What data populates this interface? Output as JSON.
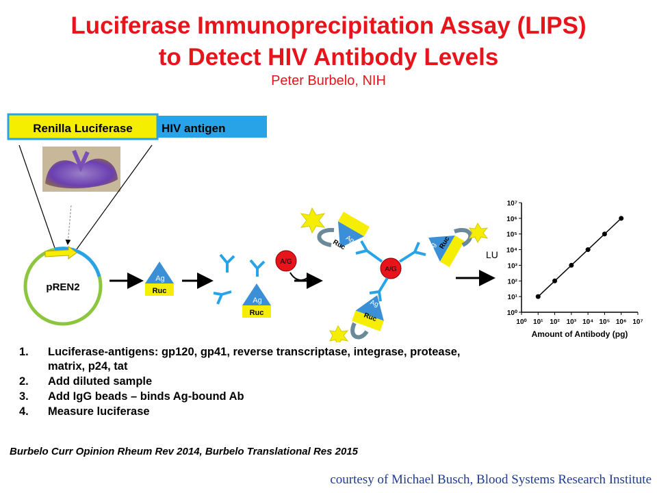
{
  "slide": {
    "title_line1": "Luciferase Immunoprecipitation Assay (LIPS)",
    "title_line2": "to Detect HIV Antibody Levels",
    "subtitle": "Peter Burbelo, NIH"
  },
  "construct": {
    "luciferase_label": "Renilla Luciferase",
    "antigen_label": "HIV antigen",
    "plasmid_label": "pREN2"
  },
  "molecules": {
    "ag": "Ag",
    "ruc": "Ruc",
    "protein_ag": "A/G"
  },
  "readout": {
    "label": "LU"
  },
  "steps": [
    {
      "num": "1.",
      "text": "Luciferase-antigens: gp120, gp41, reverse transcriptase, integrase, protease,",
      "text2": "matrix, p24, tat"
    },
    {
      "num": "2.",
      "text": "Add diluted sample"
    },
    {
      "num": "3.",
      "text": "Add IgG beads – binds Ag-bound Ab"
    },
    {
      "num": "4.",
      "text": "Measure luciferase"
    }
  ],
  "citation": "Burbelo Curr Opinion Rheum Rev 2014,  Burbelo Translational Res 2015",
  "courtesy": "courtesy of Michael Busch, Blood Systems Research Institute",
  "colors": {
    "title": "#e8141b",
    "luciferase_bar": "#f5ee00",
    "antigen_bar": "#29a3e8",
    "antigen_triangle": "#3a8fd6",
    "ruc_box": "#f5ee00",
    "protein_ag": "#e8141b",
    "plasmid_ring": "#8cc63f",
    "flash": "#f5ee00"
  },
  "chart_data": {
    "type": "line",
    "xlabel": "Amount of Antibody (pg)",
    "ylabel": "",
    "x_scale": "log",
    "y_scale": "log",
    "x_ticks": [
      "10⁰",
      "10¹",
      "10²",
      "10³",
      "10⁴",
      "10⁵",
      "10⁶",
      "10⁷"
    ],
    "y_ticks": [
      "10⁰",
      "10¹",
      "10²",
      "10³",
      "10⁴",
      "10⁵",
      "10⁶",
      "10⁷"
    ],
    "xlim": [
      1,
      10000000
    ],
    "ylim": [
      1,
      10000000
    ],
    "x": [
      10,
      100,
      1000,
      10000,
      100000,
      1000000
    ],
    "y": [
      10,
      100,
      1000,
      10000,
      100000,
      1000000
    ],
    "grid": false
  }
}
